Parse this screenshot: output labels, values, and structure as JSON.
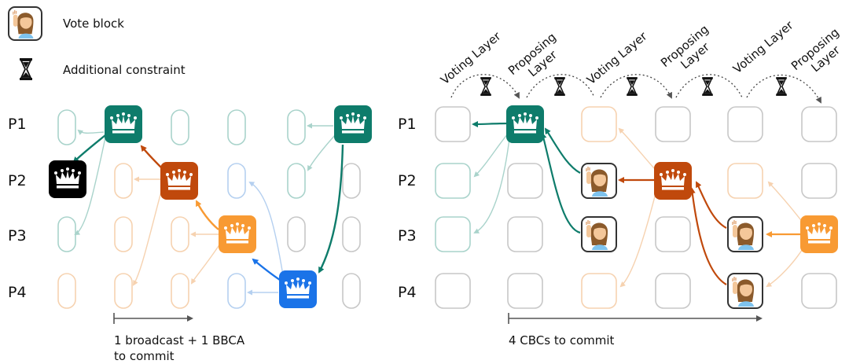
{
  "legend": {
    "vote_block": "Vote block",
    "additional_constraint": "Additional constraint"
  },
  "rows": [
    "P1",
    "P2",
    "P3",
    "P4"
  ],
  "left": {
    "caption_line1": "1 broadcast + 1 BBCA",
    "caption_line2": "to commit"
  },
  "right": {
    "caption": "4 CBCs to commit",
    "layers": [
      "Voting Layer",
      "Proposing Layer",
      "Voting Layer",
      "Proposing Layer",
      "Voting Layer",
      "Proposing Layer"
    ]
  },
  "colors": {
    "teal": "#0e7c6b",
    "rust": "#c0490c",
    "orange": "#f89a33",
    "blue": "#1a73e8",
    "black": "#000000",
    "grey": "#9a9a9a"
  },
  "icons": [
    "crown-icon",
    "vote-person-icon",
    "hourglass-icon"
  ]
}
